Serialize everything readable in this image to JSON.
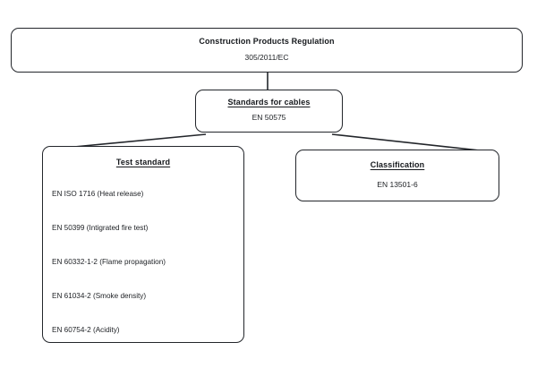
{
  "diagram": {
    "line_color": "#23262b",
    "box_border_color": "#23262b",
    "background": "#ffffff",
    "nodes": {
      "regulation": {
        "title": "Construction Products Regulation",
        "subtitle": "305/2011/EC"
      },
      "standards": {
        "title": "Standards for cables",
        "subtitle": "EN 50575"
      },
      "test_standard": {
        "title": "Test standard",
        "items": [
          "EN ISO 1716 (Heat release)",
          "EN 50399 (Intigrated fire test)",
          "EN 60332-1-2 (Flame propagation)",
          "EN 61034-2 (Smoke density)",
          "EN 60754-2 (Acidity)"
        ]
      },
      "classification": {
        "title": "Classification",
        "subtitle": "EN 13501-6"
      }
    }
  }
}
